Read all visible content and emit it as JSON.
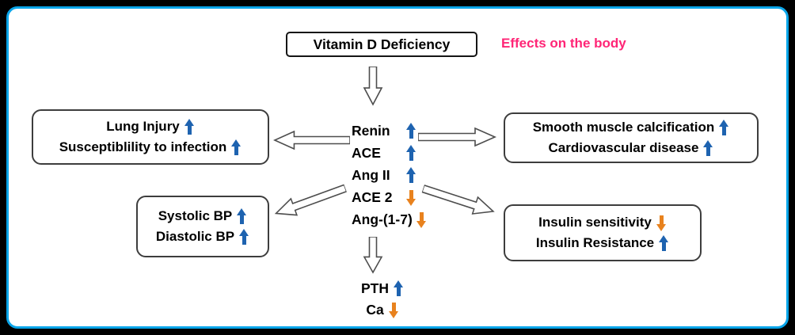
{
  "palette": {
    "panel_border": "#0aa5e9",
    "up_arrow": "#1e63b0",
    "down_arrow": "#e8821e",
    "caption_pink": "#ff2576"
  },
  "header": {
    "title": "Vitamin D Deficiency",
    "caption": "Effects on the body"
  },
  "center_cascade": {
    "items": [
      {
        "label": "Renin",
        "direction": "up"
      },
      {
        "label": "ACE",
        "direction": "up"
      },
      {
        "label": "Ang II",
        "direction": "up"
      },
      {
        "label": "ACE 2",
        "direction": "down"
      },
      {
        "label": "Ang-(1-7)",
        "direction": "down"
      }
    ]
  },
  "boxes": {
    "lung": {
      "lines": [
        {
          "text": "Lung Injury",
          "direction": "up"
        },
        {
          "text": "Susceptiblility to infection",
          "direction": "up"
        }
      ]
    },
    "vascular": {
      "lines": [
        {
          "text": "Smooth muscle calcification",
          "direction": "up"
        },
        {
          "text": "Cardiovascular disease",
          "direction": "up"
        }
      ]
    },
    "blood_pressure": {
      "lines": [
        {
          "text": "Systolic BP",
          "direction": "up"
        },
        {
          "text": "Diastolic BP",
          "direction": "up"
        }
      ]
    },
    "insulin": {
      "lines": [
        {
          "text": "Insulin sensitivity",
          "direction": "down"
        },
        {
          "text": "Insulin Resistance",
          "direction": "up"
        }
      ]
    }
  },
  "bottom_effects": {
    "items": [
      {
        "label": "PTH",
        "direction": "up"
      },
      {
        "label": "Ca",
        "direction": "down"
      }
    ]
  }
}
